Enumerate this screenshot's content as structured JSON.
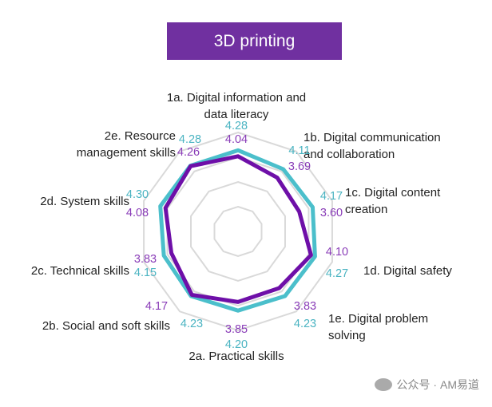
{
  "chart_data": {
    "type": "radar",
    "title": "3D printing",
    "categories": [
      "1a. Digital information and data literacy",
      "1b. Digital communication and collaboration",
      "1c. Digital content creation",
      "1d. Digital safety",
      "1e. Digital problem solving",
      "2a. Practical skills",
      "2b. Social and soft skills",
      "2c. Technical skills",
      "2d. System skills",
      "2e. Resource management skills"
    ],
    "category_lines": [
      [
        "1a. Digital information and",
        "data literacy"
      ],
      [
        "1b. Digital communication",
        "and collaboration"
      ],
      [
        "1c. Digital content",
        "creation"
      ],
      [
        "1d. Digital safety"
      ],
      [
        "1e. Digital problem",
        "solving"
      ],
      [
        "2a. Practical skills"
      ],
      [
        "2b. Social and soft skills"
      ],
      [
        "2c. Technical skills"
      ],
      [
        "2d. System skills"
      ],
      [
        "2e. Resource",
        "management skills"
      ]
    ],
    "series": [
      {
        "values": [
          4.28,
          4.11,
          4.17,
          4.27,
          4.23,
          4.2,
          4.23,
          4.15,
          4.3,
          4.28
        ],
        "color": "#4BBFCB"
      },
      {
        "values": [
          4.04,
          3.69,
          3.6,
          4.1,
          3.83,
          3.85,
          4.17,
          3.83,
          4.08,
          4.26
        ],
        "color": "#6E0FA8"
      }
    ],
    "rlim": [
      1,
      5
    ],
    "grid": true,
    "legend": "none"
  },
  "watermark": "公众号 · AM易道"
}
